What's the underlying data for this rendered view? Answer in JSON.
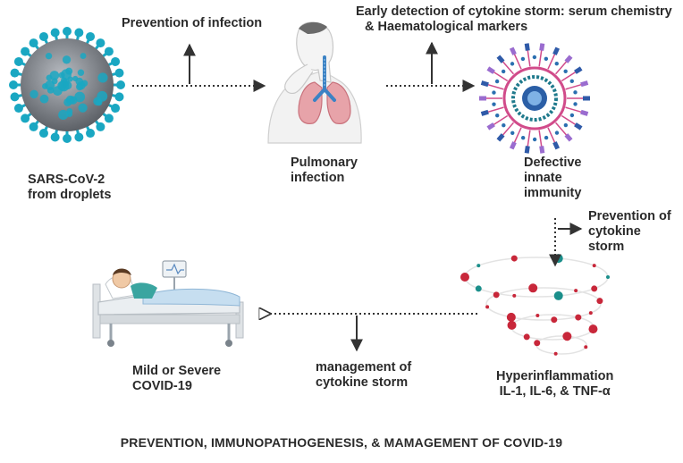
{
  "nodes": {
    "virus": {
      "lines": [
        "SARS-CoV-2",
        "from droplets"
      ]
    },
    "lungs": {
      "lines": [
        "Pulmonary",
        "infection"
      ]
    },
    "immune": {
      "lines": [
        "Defective",
        "innate",
        "immunity"
      ]
    },
    "inflammation": {
      "lines": [
        "Hyperinflammation",
        "IL-1, IL-6, & TNF-α"
      ]
    },
    "patient": {
      "lines": [
        "Mild or Severe",
        "COVID-19"
      ]
    }
  },
  "branches": {
    "prevention_infection": "Prevention of infection",
    "early_detection": {
      "lines": [
        "Early detection of cytokine storm: serum chemistry",
        "& Haematological markers"
      ]
    },
    "prevention_storm": {
      "lines": [
        "Prevention of",
        "cytokine",
        "storm"
      ]
    },
    "management": {
      "lines": [
        "management of",
        "cytokine storm"
      ]
    }
  },
  "title": "PREVENTION, IMMUNOPATHOGENESIS, & MAMAGEMENT OF COVID-19",
  "colors": {
    "virus_spike": "#1aa7c2",
    "virus_body": "#8c8f94",
    "lung": "#e7a3a9",
    "airway": "#3b82c4",
    "immune_ring": "#d14b8a",
    "immune_core": "#1f7a8c",
    "particle_red": "#c8273a",
    "particle_teal": "#1b8f8b",
    "arrow": "#333333"
  }
}
